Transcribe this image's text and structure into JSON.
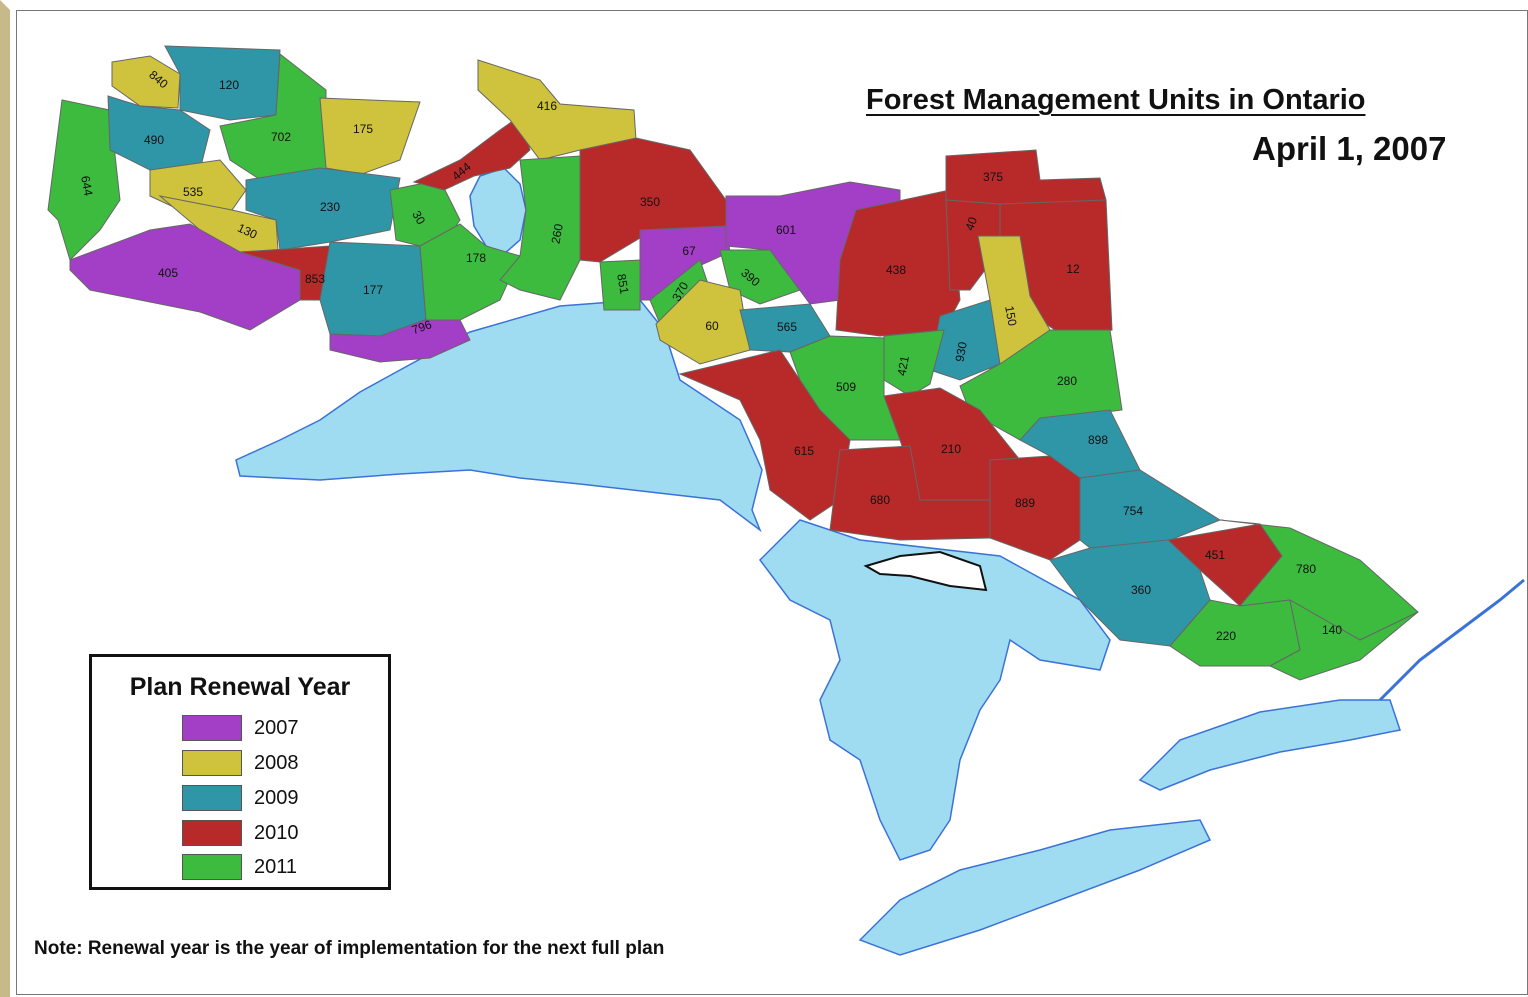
{
  "title": "Forest Management Units in Ontario",
  "date": "April 1, 2007",
  "legend": {
    "title": "Plan Renewal Year",
    "items": [
      {
        "label": "2007",
        "color": "#a23fc6"
      },
      {
        "label": "2008",
        "color": "#cfc23c"
      },
      {
        "label": "2009",
        "color": "#2f96a8"
      },
      {
        "label": "2010",
        "color": "#b82a2a"
      },
      {
        "label": "2011",
        "color": "#3dbb3f"
      }
    ]
  },
  "note": "Note: Renewal year is the year of implementation for the next full plan",
  "colors": {
    "water": "#9fdcf2",
    "water_edge": "#3a72d8",
    "frame_accent": "#c8b98a"
  },
  "units": [
    {
      "id": "840",
      "year": "2008"
    },
    {
      "id": "120",
      "year": "2009"
    },
    {
      "id": "490",
      "year": "2009"
    },
    {
      "id": "702",
      "year": "2011"
    },
    {
      "id": "175",
      "year": "2008"
    },
    {
      "id": "644",
      "year": "2011"
    },
    {
      "id": "535",
      "year": "2008"
    },
    {
      "id": "230",
      "year": "2009"
    },
    {
      "id": "130",
      "year": "2008"
    },
    {
      "id": "405",
      "year": "2007"
    },
    {
      "id": "853",
      "year": "2010"
    },
    {
      "id": "177",
      "year": "2009"
    },
    {
      "id": "30",
      "year": "2011"
    },
    {
      "id": "178",
      "year": "2011"
    },
    {
      "id": "796",
      "year": "2007"
    },
    {
      "id": "416",
      "year": "2008"
    },
    {
      "id": "444",
      "year": "2010"
    },
    {
      "id": "260",
      "year": "2011"
    },
    {
      "id": "350",
      "year": "2010"
    },
    {
      "id": "851",
      "year": "2011"
    },
    {
      "id": "67",
      "year": "2007"
    },
    {
      "id": "370",
      "year": "2011"
    },
    {
      "id": "390",
      "year": "2011"
    },
    {
      "id": "60",
      "year": "2008"
    },
    {
      "id": "565",
      "year": "2009"
    },
    {
      "id": "601",
      "year": "2007"
    },
    {
      "id": "375",
      "year": "2010"
    },
    {
      "id": "40",
      "year": "2010"
    },
    {
      "id": "438",
      "year": "2010"
    },
    {
      "id": "12",
      "year": "2010"
    },
    {
      "id": "150",
      "year": "2008"
    },
    {
      "id": "930",
      "year": "2009"
    },
    {
      "id": "421",
      "year": "2011"
    },
    {
      "id": "509",
      "year": "2011"
    },
    {
      "id": "280",
      "year": "2011"
    },
    {
      "id": "615",
      "year": "2010"
    },
    {
      "id": "210",
      "year": "2010"
    },
    {
      "id": "898",
      "year": "2009"
    },
    {
      "id": "680",
      "year": "2010"
    },
    {
      "id": "889",
      "year": "2010"
    },
    {
      "id": "754",
      "year": "2009"
    },
    {
      "id": "451",
      "year": "2010"
    },
    {
      "id": "780",
      "year": "2011"
    },
    {
      "id": "360",
      "year": "2009"
    },
    {
      "id": "220",
      "year": "2011"
    },
    {
      "id": "140",
      "year": "2011"
    }
  ]
}
